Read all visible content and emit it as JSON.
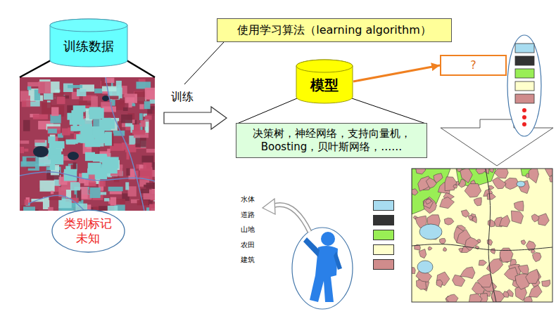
{
  "diagram": {
    "nodes": [
      {
        "text": [
          "训练数据"
        ]
      },
      {
        "text": [
          "使用学习算法（learning algorithm）"
        ]
      },
      {
        "text": [
          "模型"
        ]
      },
      {
        "text": [
          "?"
        ]
      },
      {
        "text": [
          "决策树，神经网络，支持向量机， Boosting，贝叶斯网络，……"
        ]
      },
      {
        "text": [
          "类别标记 未知"
        ]
      }
    ],
    "edges": [
      {
        "from": 2,
        "to": 3,
        "arrow": "to"
      }
    ],
    "labels": [
      "训练"
    ],
    "legend": [
      {
        "text": "水体",
        "color": "#a8dcf0"
      },
      {
        "text": "道路",
        "color": "#333333"
      },
      {
        "text": "山地",
        "color": "#99ee55"
      },
      {
        "text": "农田",
        "color": "#ffffcc"
      },
      {
        "text": "建筑",
        "color": "#d08c8c"
      }
    ]
  }
}
